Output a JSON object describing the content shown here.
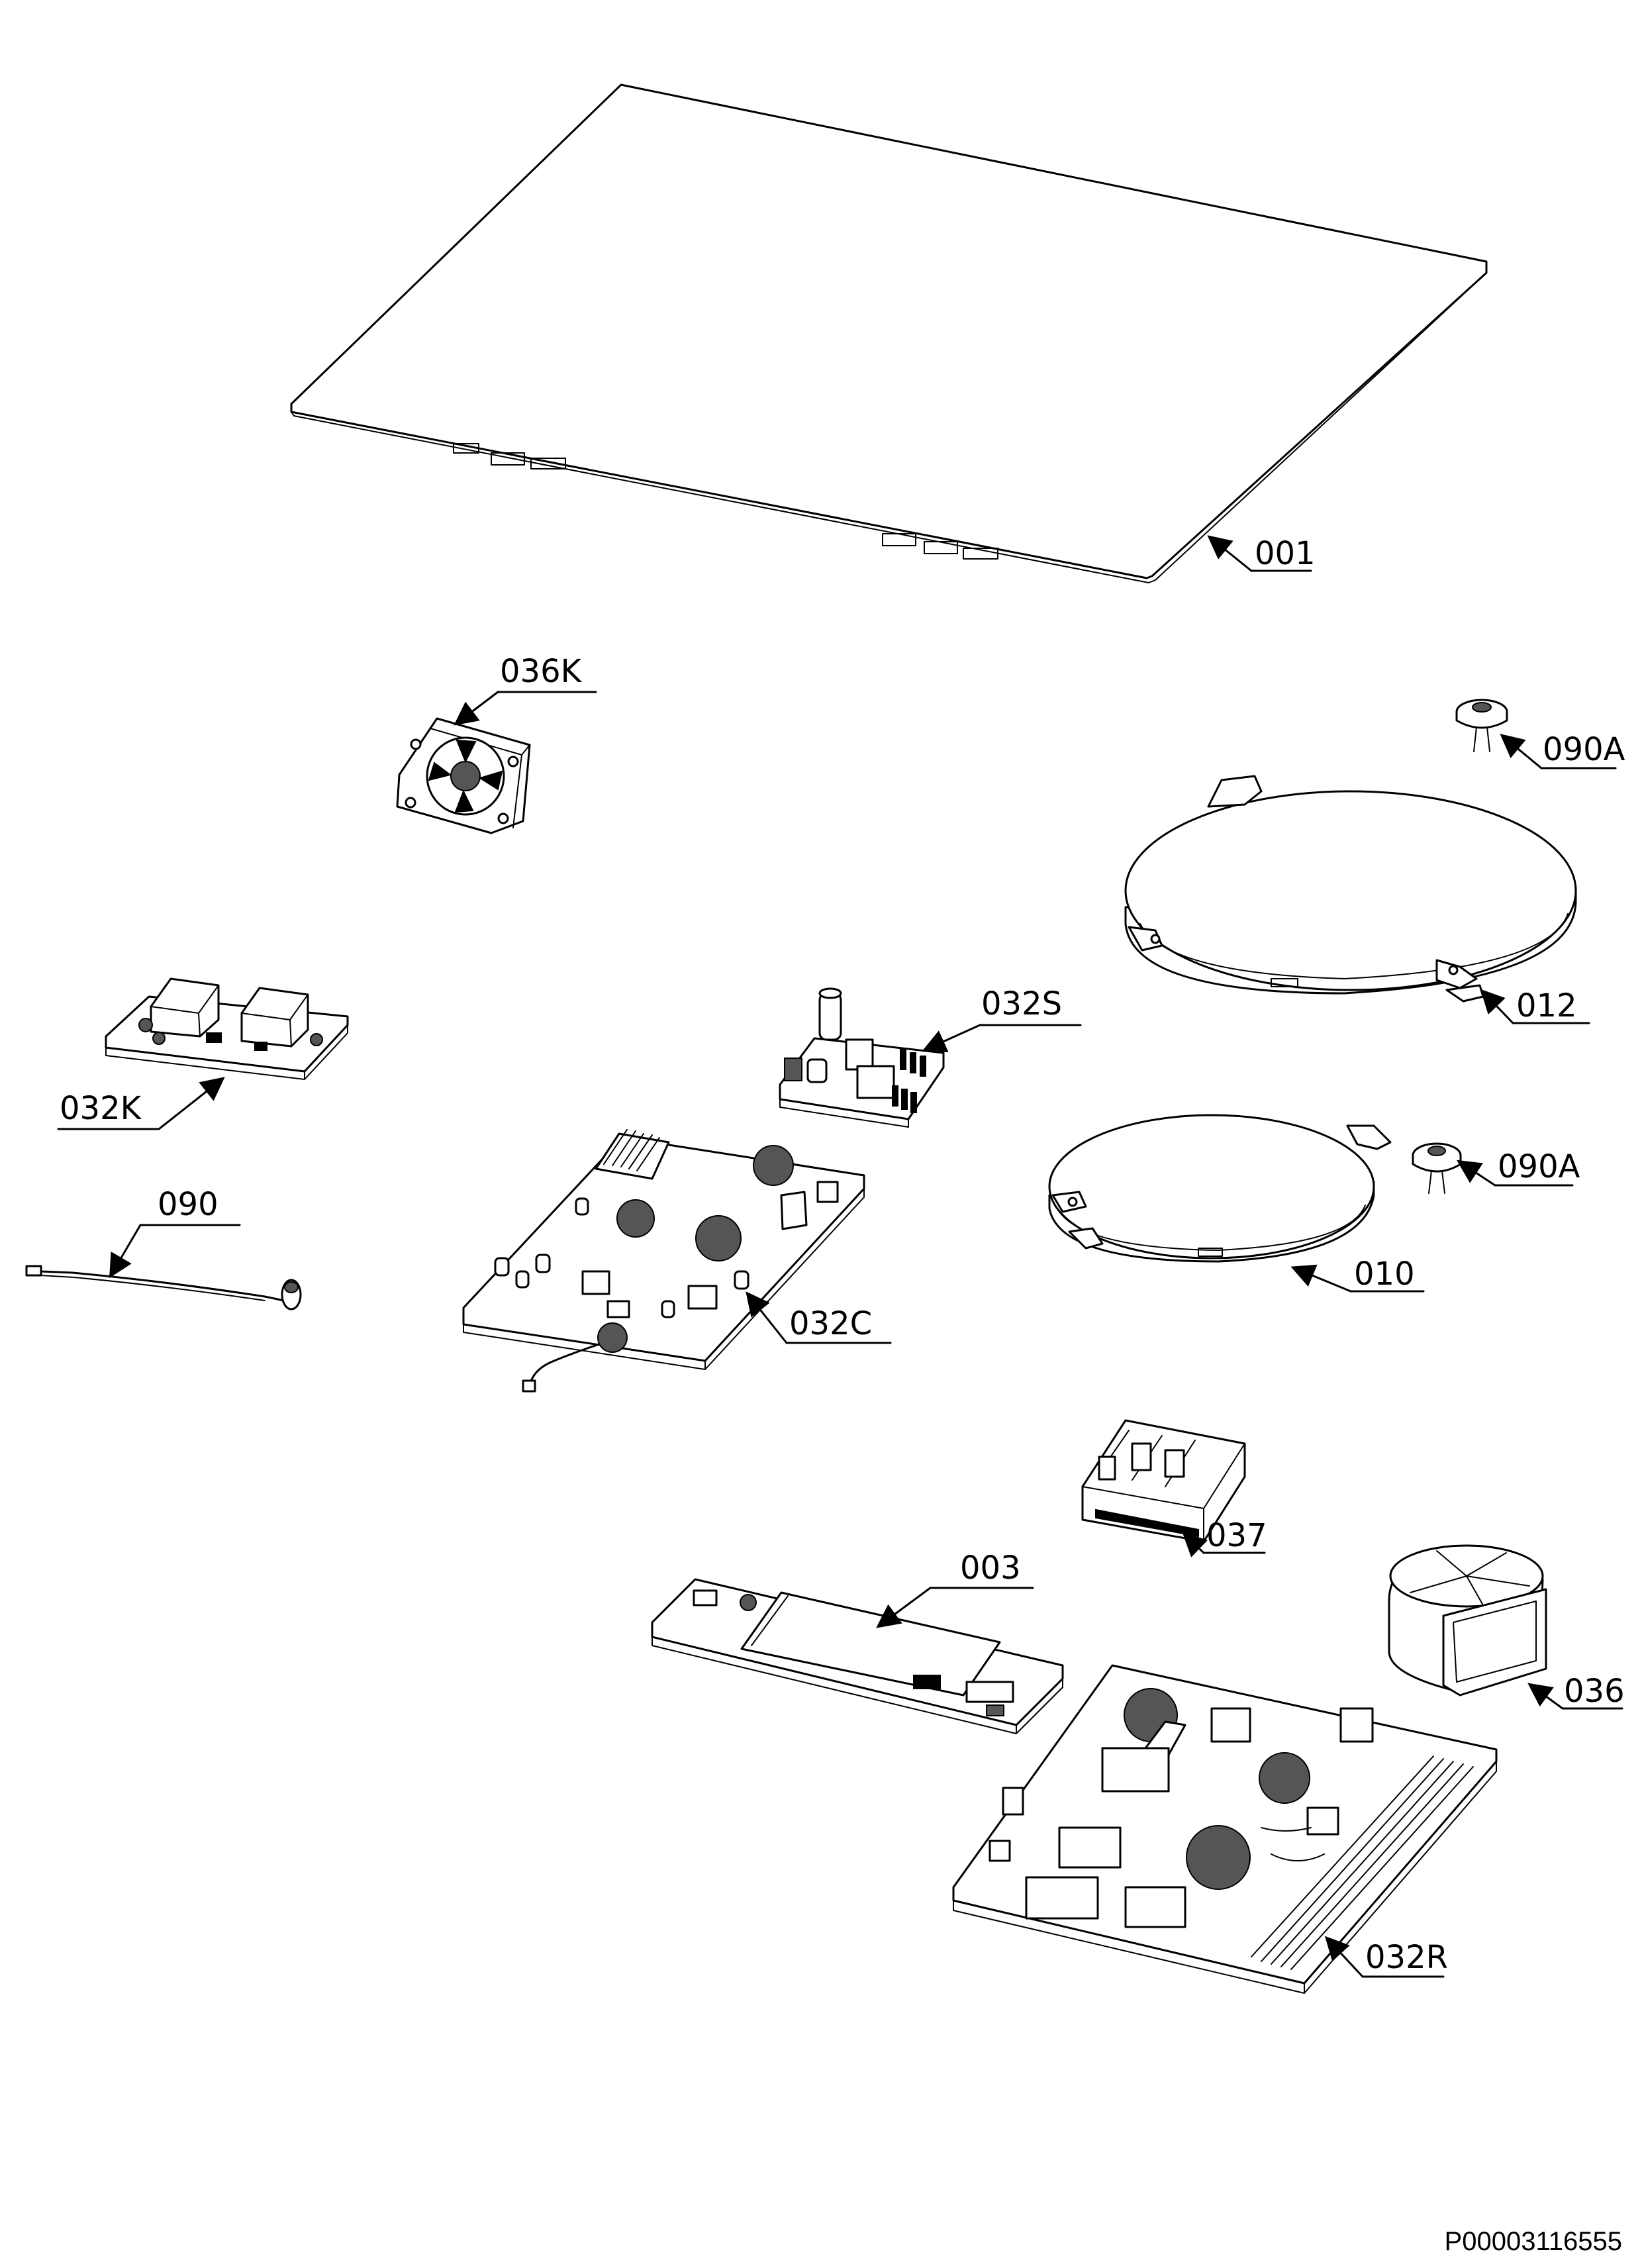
{
  "diagram": {
    "labels": {
      "p001": "001",
      "p036K": "036K",
      "p090A_top": "090A",
      "p012": "012",
      "p032K": "032K",
      "p032S": "032S",
      "p090": "090",
      "p032C": "032C",
      "p090A_mid": "090A",
      "p010": "010",
      "p037": "037",
      "p003": "003",
      "p036": "036",
      "p032R": "032R"
    },
    "reference": "P00003116555"
  }
}
